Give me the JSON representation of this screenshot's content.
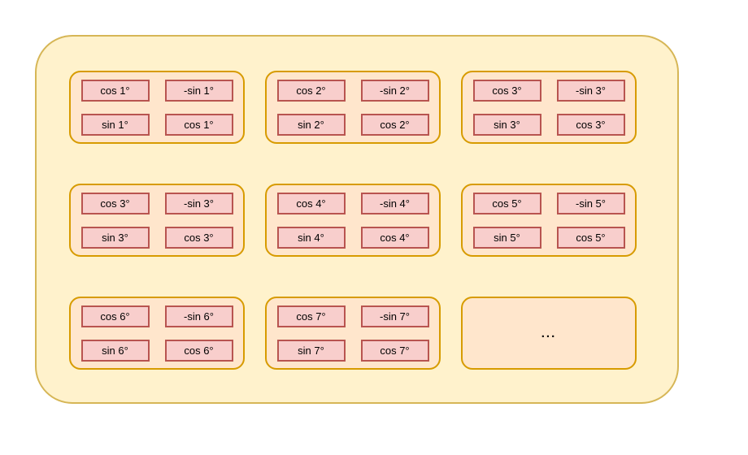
{
  "colors": {
    "container_fill": "#fff2cc",
    "container_stroke": "#d6b656",
    "card_fill": "#ffe6cc",
    "card_stroke": "#d79b00",
    "cell_fill": "#f8cecc",
    "cell_stroke": "#b85450",
    "text": "#000000"
  },
  "matrices": [
    {
      "angle": "1°",
      "cells": [
        "cos 1°",
        "-sin 1°",
        "sin 1°",
        "cos 1°"
      ]
    },
    {
      "angle": "2°",
      "cells": [
        "cos 2°",
        "-sin 2°",
        "sin 2°",
        "cos 2°"
      ]
    },
    {
      "angle": "3°",
      "cells": [
        "cos 3°",
        "-sin 3°",
        "sin 3°",
        "cos 3°"
      ]
    },
    {
      "angle": "3°",
      "cells": [
        "cos 3°",
        "-sin 3°",
        "sin 3°",
        "cos 3°"
      ]
    },
    {
      "angle": "4°",
      "cells": [
        "cos 4°",
        "-sin 4°",
        "sin 4°",
        "cos 4°"
      ]
    },
    {
      "angle": "5°",
      "cells": [
        "cos 5°",
        "-sin 5°",
        "sin 5°",
        "cos 5°"
      ]
    },
    {
      "angle": "6°",
      "cells": [
        "cos 6°",
        "-sin 6°",
        "sin 6°",
        "cos 6°"
      ]
    },
    {
      "angle": "7°",
      "cells": [
        "cos 7°",
        "-sin 7°",
        "sin 7°",
        "cos 7°"
      ]
    }
  ],
  "ellipsis_card": {
    "label": "..."
  }
}
